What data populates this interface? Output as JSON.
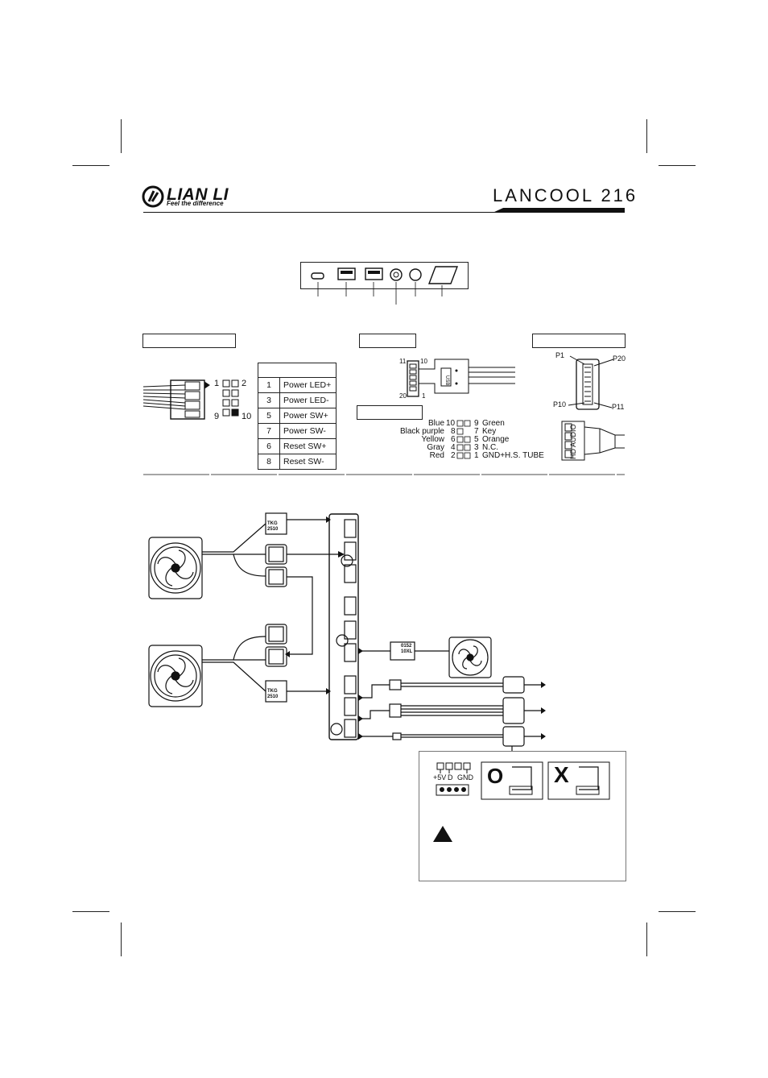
{
  "header": {
    "brand_name": "LIAN LI",
    "brand_tagline": "Feel the difference",
    "product_name": "LANCOOL 216"
  },
  "front_panel_header": {
    "pin_left_top": "1",
    "pin_right_top": "2",
    "pin_left_bottom": "9",
    "pin_right_bottom": "10",
    "pin_table": [
      {
        "pin": "1",
        "label": "Power LED+"
      },
      {
        "pin": "3",
        "label": "Power LED-"
      },
      {
        "pin": "5",
        "label": "Power SW+"
      },
      {
        "pin": "7",
        "label": "Power SW-"
      },
      {
        "pin": "6",
        "label": "Reset SW+"
      },
      {
        "pin": "8",
        "label": "Reset SW-"
      }
    ]
  },
  "usb3_connector": {
    "pin_11": "11",
    "pin_10": "10",
    "pin_20": "20",
    "pin_1": "1"
  },
  "usb_pinout": {
    "rows": [
      {
        "left_color": "Blue",
        "left_pin": "10",
        "right_pin": "9",
        "right_color": "Green"
      },
      {
        "left_color": "Black purple",
        "left_pin": "8",
        "right_pin": "7",
        "right_color": "Key"
      },
      {
        "left_color": "Yellow",
        "left_pin": "6",
        "right_pin": "5",
        "right_color": "Orange"
      },
      {
        "left_color": "Gray",
        "left_pin": "4",
        "right_pin": "3",
        "right_color": "N.C."
      },
      {
        "left_color": "Red",
        "left_pin": "2",
        "right_pin": "1",
        "right_color": "GND+H.S. TUBE"
      }
    ]
  },
  "type_c_connector": {
    "p1": "P1",
    "p20": "P20",
    "p10": "P10",
    "p11": "P11",
    "audio_label": "HD AUDIO"
  },
  "fan_hub": {
    "fan_label_line1": "TKG",
    "fan_label_line2": "2510",
    "rear_label_line1": "0152",
    "rear_label_line2": "10XL",
    "argb_legend": {
      "v5": "+5V",
      "d": "D",
      "gnd": "GND"
    },
    "correct_mark": "O",
    "wrong_mark": "X"
  }
}
